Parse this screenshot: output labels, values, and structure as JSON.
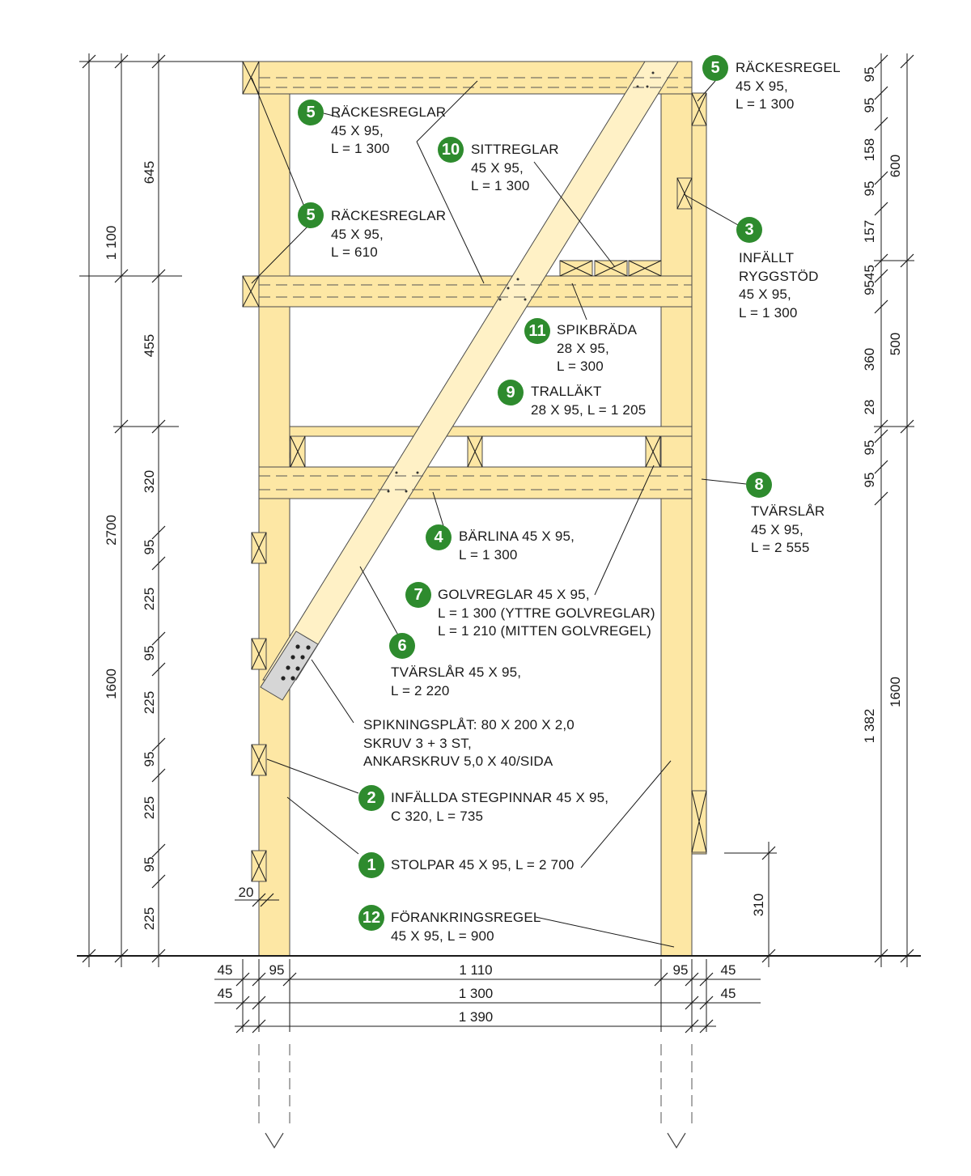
{
  "callouts": [
    {
      "num": "5",
      "lines": [
        "RÄCKESREGEL",
        "45 X 95,",
        "L = 1 300"
      ]
    },
    {
      "num": "5",
      "lines": [
        "RÄCKESREGLAR",
        "45 X 95,",
        "L = 1 300"
      ]
    },
    {
      "num": "10",
      "lines": [
        "SITTREGLAR",
        "45 X 95,",
        "L = 1 300"
      ]
    },
    {
      "num": "5",
      "lines": [
        "RÄCKESREGLAR",
        "45 X 95,",
        "L = 610"
      ]
    },
    {
      "num": "3",
      "lines": [
        "INFÄLLT",
        "RYGGSTÖD",
        "45 X 95,",
        "L = 1 300"
      ]
    },
    {
      "num": "11",
      "lines": [
        "SPIKBRÄDA",
        "28 X 95,",
        "L = 300"
      ]
    },
    {
      "num": "9",
      "lines": [
        "TRALLÄKT",
        "28 X 95, L = 1 205"
      ]
    },
    {
      "num": "8",
      "lines": [
        "TVÄRSLÅR",
        "45 X 95,",
        "L = 2 555"
      ]
    },
    {
      "num": "4",
      "lines": [
        "BÄRLINA 45 X 95,",
        "L = 1 300"
      ]
    },
    {
      "num": "7",
      "lines": [
        "GOLVREGLAR 45 X 95,",
        "L = 1 300 (YTTRE GOLVREGLAR)",
        "L = 1 210 (MITTEN GOLVREGEL)"
      ]
    },
    {
      "num": "6",
      "lines": [
        "TVÄRSLÅR 45 X 95,",
        "L = 2 220"
      ]
    },
    {
      "num": "",
      "lines": [
        "SPIKNINGSPLÅT: 80 X 200 X 2,0",
        "SKRUV 3 + 3 ST,",
        "ANKARSKRUV 5,0 X 40/SIDA"
      ]
    },
    {
      "num": "2",
      "lines": [
        "INFÄLLDA STEGPINNAR 45 X 95,",
        "C 320, L = 735"
      ]
    },
    {
      "num": "1",
      "lines": [
        "STOLPAR 45 X 95, L = 2 700"
      ]
    },
    {
      "num": "12",
      "lines": [
        "FÖRANKRINGSREGEL",
        "45 X 95, L = 900"
      ]
    }
  ],
  "dimensions": {
    "left_outer": [
      "2700"
    ],
    "left_mid": [
      "1 100",
      "1600"
    ],
    "left_inner": [
      "645",
      "455",
      "320",
      "95",
      "225",
      "95",
      "225",
      "95",
      "225",
      "95",
      "225"
    ],
    "right_inner": [
      "95",
      "95",
      "158",
      "95",
      "157",
      "9545",
      "360",
      "28",
      "95",
      "95",
      "1 382"
    ],
    "right_outer": [
      "600",
      "500",
      "1600"
    ],
    "ground_right": [
      "310"
    ],
    "post_offset": [
      "20"
    ],
    "bottom_row1": [
      "45",
      "95",
      "1 110",
      "95",
      "45"
    ],
    "bottom_row2": [
      "45",
      "1 300",
      "45"
    ],
    "bottom_row3": [
      "1 390"
    ]
  },
  "colors": {
    "wood": "#fde7a4",
    "wood_edge": "#4a4a4a",
    "brace": "#fff1c6",
    "badge": "#2e8b2e",
    "plate": "#d6d6d6",
    "line": "#1a1a1a"
  }
}
